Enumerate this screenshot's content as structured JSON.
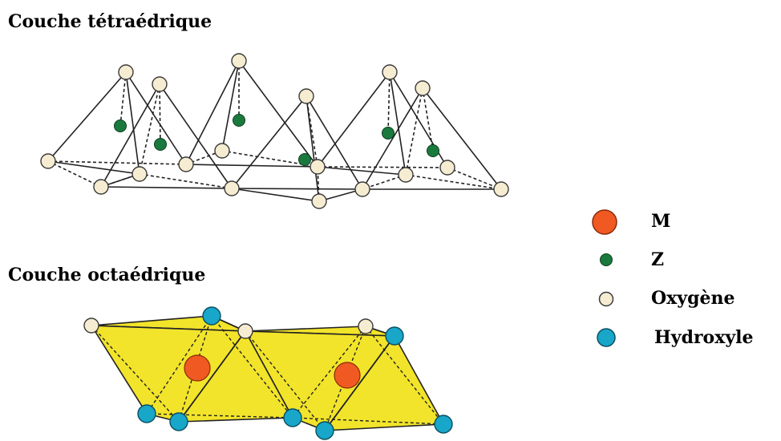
{
  "titles": {
    "tetrahedral": "Couche tétraédrique",
    "octahedral": "Couche octaédrique"
  },
  "legend": [
    {
      "key": "M",
      "label": "M",
      "color": "#f05a22"
    },
    {
      "key": "Z",
      "label": "Z",
      "color": "#1a7a3e"
    },
    {
      "key": "O",
      "label": "Oxygène",
      "color": "#f5ecd2"
    },
    {
      "key": "OH",
      "label": "Hydroxyle",
      "color": "#18a6c9"
    }
  ],
  "colors": {
    "octa_fill": "#f2e42a",
    "edge": "#222222"
  }
}
